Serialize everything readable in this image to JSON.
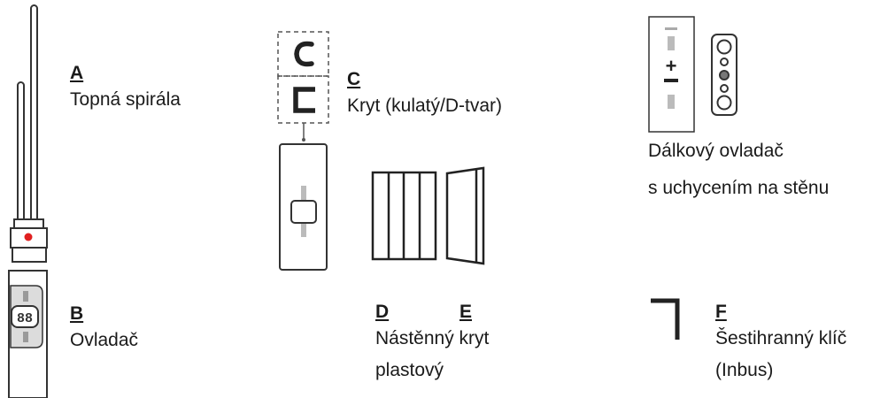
{
  "parts": {
    "a": {
      "letter": "A",
      "name": "Topná spirála"
    },
    "b": {
      "letter": "B",
      "name": "Ovladač"
    },
    "c": {
      "letter": "C",
      "name": "Kryt (kulatý/D-tvar)"
    },
    "d": {
      "letter": "D"
    },
    "e": {
      "letter": "E"
    },
    "de": {
      "line1": "Nástěnný kryt",
      "line2": "plastový"
    },
    "remote": {
      "line1": "Dálkový ovladač",
      "line2": "s uchycením na stěnu"
    },
    "f": {
      "letter": "F",
      "line1": "Šestihranný klíč",
      "line2": "(Inbus)"
    }
  },
  "controller_display": "88",
  "remote_symbols": {
    "plus": "+",
    "minus": "−"
  },
  "colors": {
    "stroke": "#333333",
    "indicator": "#e02020",
    "panel": "#dcdcdc",
    "button": "#9a9a9a"
  }
}
